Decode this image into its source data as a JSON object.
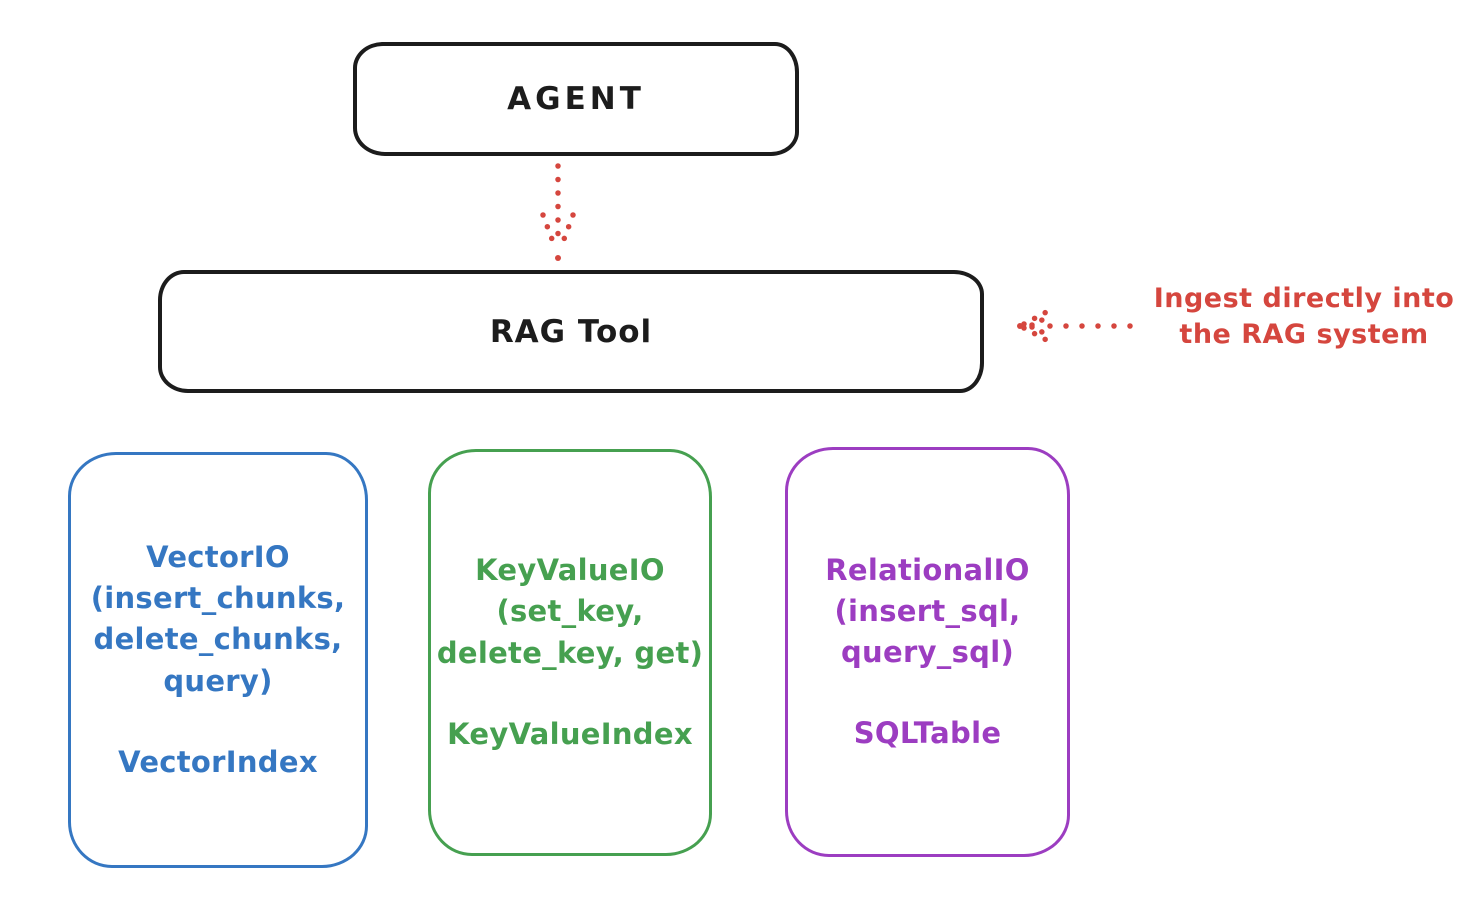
{
  "diagram": {
    "background": "#ffffff",
    "colors": {
      "ink": "#1c1c1c",
      "red": "#d5463e",
      "blue": "#3577c2",
      "green": "#46a050",
      "purple": "#9c3dc1"
    },
    "nodes": {
      "agent": {
        "label": "AGENT"
      },
      "rag_tool": {
        "label": "RAG Tool"
      }
    },
    "annotation": {
      "line1": "Ingest directly into",
      "line2": "the RAG system"
    },
    "arrows": [
      {
        "name": "agent-to-rag-tool",
        "style": "dotted",
        "color": "#d5463e",
        "direction": "down"
      },
      {
        "name": "annotation-to-rag-tool",
        "style": "dotted",
        "color": "#d5463e",
        "direction": "left"
      }
    ],
    "storage_boxes": [
      {
        "id": "vector-io",
        "color": "#3577c2",
        "lines": [
          "VectorIO",
          "(insert_chunks,",
          "delete_chunks,",
          "query)"
        ],
        "index_label": "VectorIndex"
      },
      {
        "id": "keyvalue-io",
        "color": "#46a050",
        "lines": [
          "KeyValueIO",
          "(set_key,",
          "delete_key, get)"
        ],
        "index_label": "KeyValueIndex"
      },
      {
        "id": "relational-io",
        "color": "#9c3dc1",
        "lines": [
          "RelationalIO",
          "(insert_sql,",
          "query_sql)"
        ],
        "index_label": "SQLTable"
      }
    ]
  }
}
